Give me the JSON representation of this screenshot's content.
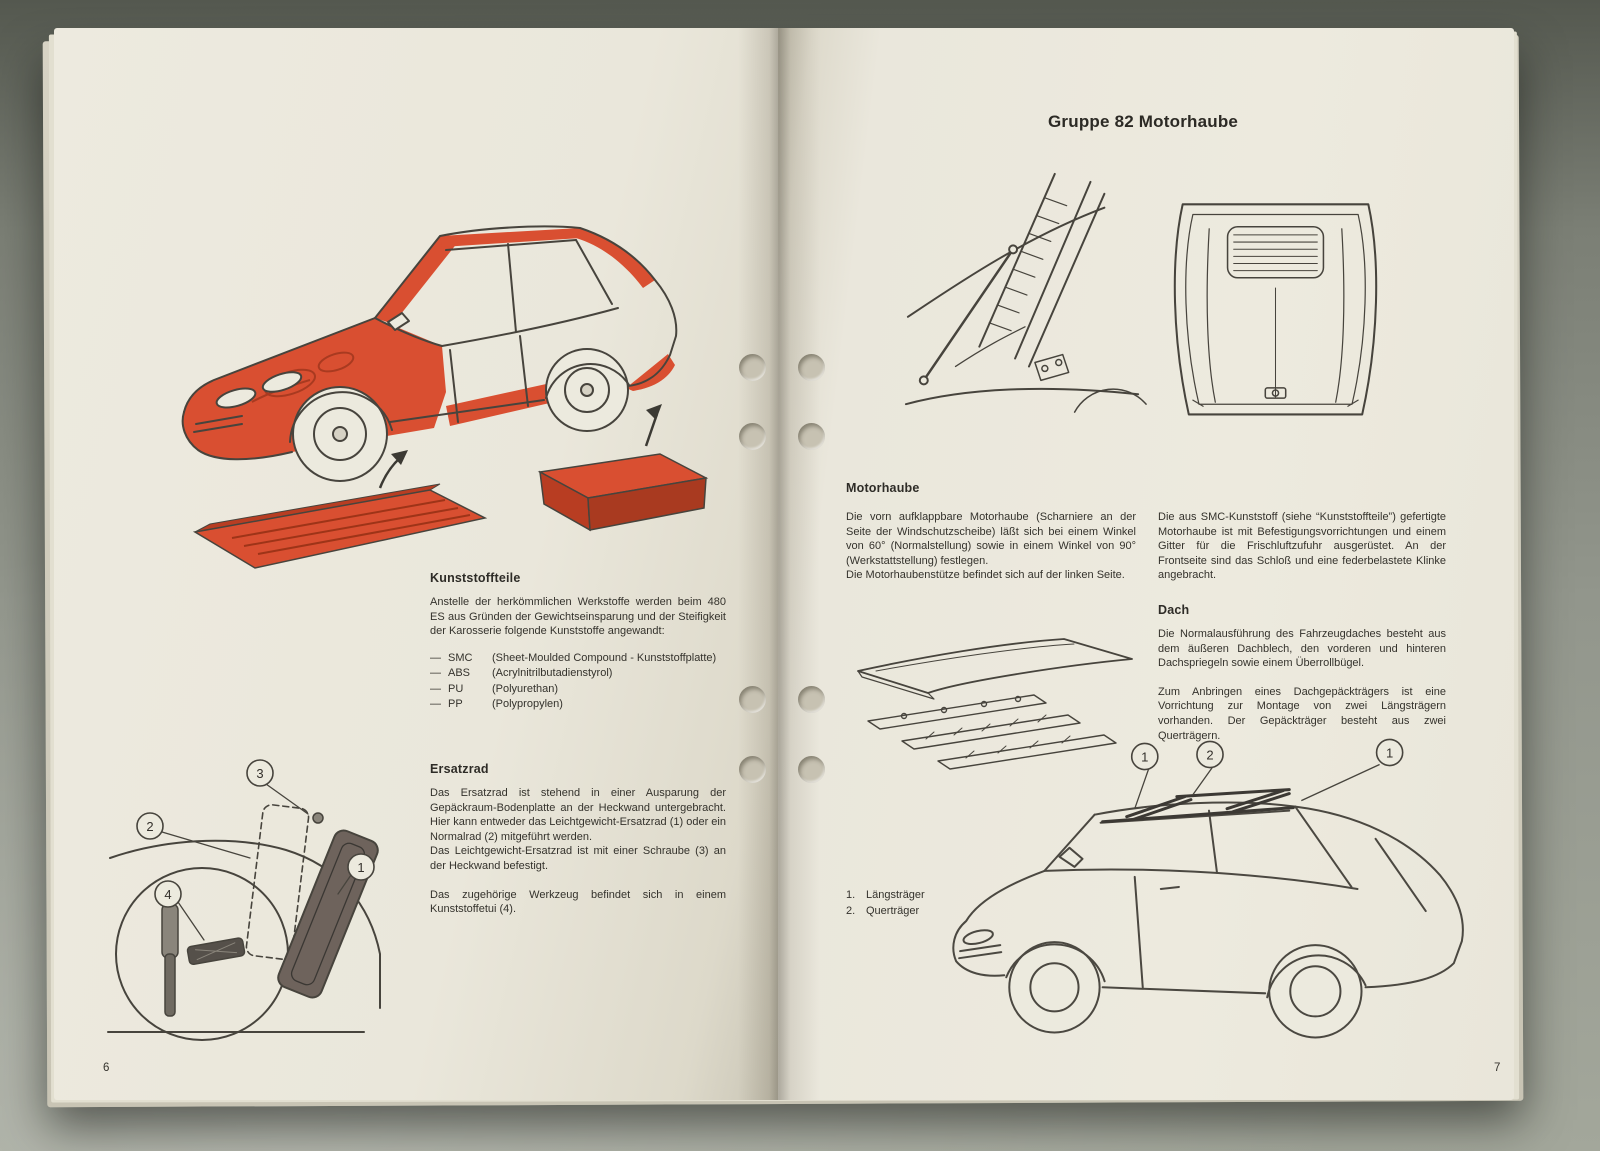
{
  "colors": {
    "accent_red": "#d94f31",
    "ink": "#34322c",
    "paper": "#eceade"
  },
  "left_page": {
    "page_number": "6",
    "plastics": {
      "heading": "Kunststoffteile",
      "intro": "Anstelle der herkömmlichen Werkstoffe werden beim 480 ES aus Gründen der Gewichtseinsparung und der Steifigkeit der Karosserie folgende Kunststoffe angewandt:",
      "items": [
        {
          "dash": "—",
          "abbr": "SMC",
          "desc": "(Sheet-Moulded Compound - Kunststoffplatte)"
        },
        {
          "dash": "—",
          "abbr": "ABS",
          "desc": "(Acrylnitrilbutadienstyrol)"
        },
        {
          "dash": "—",
          "abbr": "PU",
          "desc": "(Polyurethan)"
        },
        {
          "dash": "—",
          "abbr": "PP",
          "desc": "(Polypropylen)"
        }
      ]
    },
    "spare_wheel": {
      "heading": "Ersatzrad",
      "para1": "Das Ersatzrad ist stehend in einer Ausparung der Gepäckraum-Bodenplatte an der Heckwand untergebracht. Hier kann entweder das Leichtgewicht-Ersatzrad (1) oder ein Normalrad (2) mitgeführt werden.",
      "para2": "Das Leichtgewicht-Ersatzrad ist mit einer Schraube (3) an der Heckwand befestigt.",
      "para3": "Das zugehörige Werkzeug befindet sich in einem Kunststoffetui (4).",
      "callouts": [
        "1",
        "2",
        "3",
        "4"
      ]
    }
  },
  "right_page": {
    "page_number": "7",
    "title": "Gruppe 82 Motorhaube",
    "hood": {
      "heading": "Motorhaube",
      "col1_para1": "Die vorn aufklappbare Motorhaube (Scharniere an der Seite der Windschutzscheibe) läßt sich bei einem Winkel von 60° (Normalstellung) sowie in einem Winkel von 90° (Werkstattstellung) festlegen.",
      "col1_para2": "Die Motorhaubenstütze befindet sich auf der linken Seite.",
      "col2_para": "Die aus SMC-Kunststoff (siehe “Kunststoffteile”) gefertigte Motorhaube ist mit Befestigungsvorrichtungen und einem Gitter für die Frischluftzufuhr ausgerüstet. An der Frontseite sind das Schloß und eine federbelastete Klinke angebracht."
    },
    "roof": {
      "heading": "Dach",
      "para1": "Die Normalausführung des Fahrzeugdaches besteht aus dem äußeren Dachblech, den vorderen und hinteren Dachspriegeln sowie einem Überrollbügel.",
      "para2": "Zum Anbringen eines Dachgepäckträgers ist eine Vorrichtung zur Montage von zwei Längsträgern vorhanden. Der Gepäckträger besteht aus zwei Querträgern.",
      "legend": [
        {
          "num": "1.",
          "label": "Längsträger"
        },
        {
          "num": "2.",
          "label": "Querträger"
        }
      ],
      "callouts": [
        "1",
        "2",
        "1"
      ]
    }
  }
}
